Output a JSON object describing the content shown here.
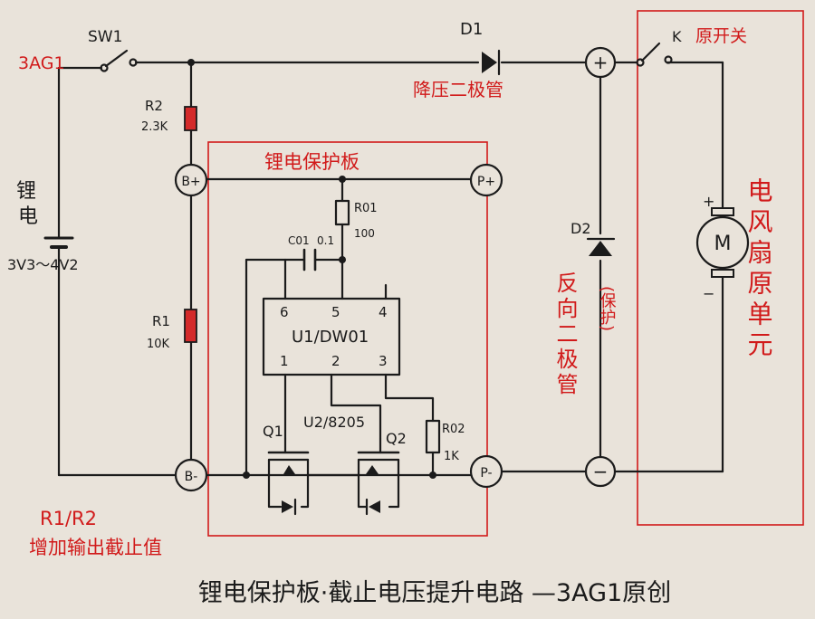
{
  "labels": {
    "fuse_tag": "3AG1",
    "switch": "SW1",
    "diode1": "D1",
    "diode1_desc": "降压二极管",
    "switch_k": "K",
    "orig_switch": "原开关",
    "r2_name": "R2",
    "r2_val": "2.3K",
    "battery_name_1": "锂",
    "battery_name_2": "电",
    "battery_volt": "3V3～4V2",
    "node_bplus": "B+",
    "node_pplus": "P+",
    "node_bminus": "B-",
    "node_pminus": "P-",
    "node_plus": "+",
    "node_minus": "−",
    "board_title": "锂电保护板",
    "r01_name": "R01",
    "r01_val": "100",
    "c01_name": "C01",
    "c01_val": "0.1",
    "ic_name": "U1/DW01",
    "pin6": "6",
    "pin5": "5",
    "pin4": "4",
    "pin1": "1",
    "pin2": "2",
    "pin3": "3",
    "q1": "Q1",
    "q2": "Q2",
    "u2": "U2/8205",
    "r02_name": "R02",
    "r02_val": "1K",
    "r1_name": "R1",
    "r1_val": "10K",
    "d2": "D2",
    "d2_desc": "反向二极管",
    "d2_note": "(保护)",
    "motor_m": "M",
    "motor_plus": "+",
    "motor_minus": "−",
    "fan_unit": "电风扇原单元",
    "r_note_1": "R1/R2",
    "r_note_2": "增加输出截止值",
    "caption": "锂电保护板·截止电压提升电路 —3AG1原创"
  },
  "colors": {
    "ink": "#1b1b1b",
    "annotation": "#d11a1a",
    "paper": "#e9e3da",
    "resistor_fill": "#d42a2a"
  }
}
